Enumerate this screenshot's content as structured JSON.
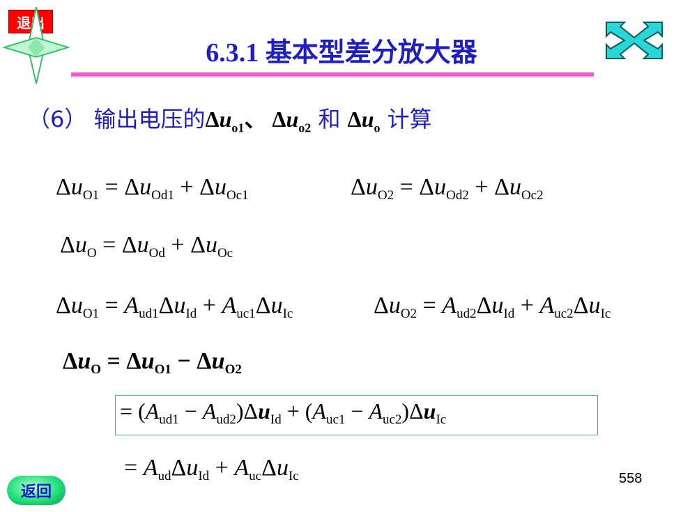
{
  "nav": {
    "exit_label": "退出",
    "back_label": "返回"
  },
  "title": "6.3.1 基本型差分放大器",
  "subtitle": {
    "prefix": "（6） 输出电压的",
    "suffix": "计算"
  },
  "page_number": "558",
  "colors": {
    "title": "#1f1fc0",
    "exit_bg": "#ff0000",
    "rule": "#ff55cc",
    "box_border": "#3aa8c8",
    "back_bg": "#22e07a"
  },
  "icons": [
    "compass-star-icon",
    "crossed-arrows-icon"
  ]
}
